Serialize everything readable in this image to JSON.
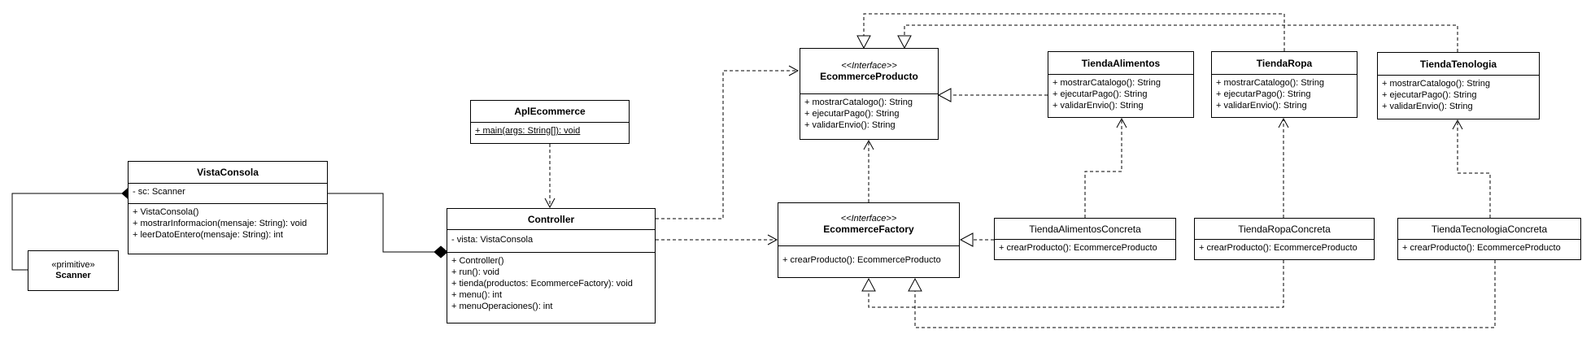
{
  "classes": {
    "vista": {
      "name": "VistaConsola",
      "attributes": [
        "- sc: Scanner"
      ],
      "methods": [
        "+ VistaConsola()",
        "+ mostrarInformacion(mensaje: String): void",
        "+ leerDatoEntero(mensaje: String): int"
      ]
    },
    "scanner": {
      "stereotype": "«primitive»",
      "name": "Scanner"
    },
    "apl": {
      "name": "AplEcommerce",
      "methods": [
        "+ main(args: String[]): void"
      ]
    },
    "controller": {
      "name": "Controller",
      "attributes": [
        "- vista: VistaConsola"
      ],
      "methods": [
        "+ Controller()",
        "+ run(): void",
        "+ tienda(productos: EcommerceFactory): void",
        "+ menu(): int",
        "+ menuOperaciones(): int"
      ]
    },
    "producto": {
      "stereotype": "<<Interface>>",
      "name": "EcommerceProducto",
      "methods": [
        "+ mostrarCatalogo(): String",
        "+ ejecutarPago(): String",
        "+ validarEnvio(): String"
      ]
    },
    "factory": {
      "stereotype": "<<Interface>>",
      "name": "EcommerceFactory",
      "methods": [
        "+ crearProducto(): EcommerceProducto"
      ]
    },
    "alimentos": {
      "name": "TiendaAlimentos",
      "methods": [
        "+ mostrarCatalogo(): String",
        "+ ejecutarPago(): String",
        "+ validarEnvio(): String"
      ]
    },
    "ropa": {
      "name": "TiendaRopa",
      "methods": [
        "+ mostrarCatalogo(): String",
        "+ ejecutarPago(): String",
        "+ validarEnvio(): String"
      ]
    },
    "tecno": {
      "name": "TiendaTenologia",
      "methods": [
        "+ mostrarCatalogo(): String",
        "+ ejecutarPago(): String",
        "+ validarEnvio(): String"
      ]
    },
    "alimentosC": {
      "name": "TiendaAlimentosConcreta",
      "methods": [
        "+ crearProducto(): EcommerceProducto"
      ]
    },
    "ropaC": {
      "name": "TiendaRopaConcreta",
      "methods": [
        "+ crearProducto(): EcommerceProducto"
      ]
    },
    "tecnoC": {
      "name": "TiendaTecnologiaConcreta",
      "methods": [
        "+ crearProducto(): EcommerceProducto"
      ]
    }
  }
}
